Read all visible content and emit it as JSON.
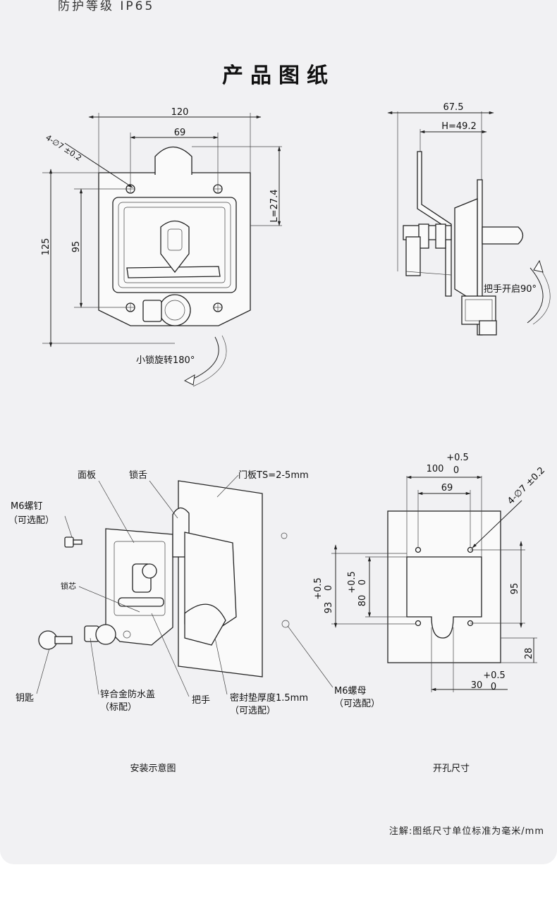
{
  "header": {
    "protection_text": "防护等级   IP65"
  },
  "title": "产品图纸",
  "front_view": {
    "dim_width": "120",
    "dim_hole_spacing": "69",
    "dim_hole_callout": "4-∅7 ±0.2",
    "dim_height": "125",
    "dim_hole_vertical": "95",
    "dim_length": "L=27.4",
    "rotation_label": "小锁旋转180°"
  },
  "side_view": {
    "dim_depth": "67.5",
    "dim_handle": "H=49.2",
    "rotation_label": "把手开启90°"
  },
  "install_view": {
    "labels": {
      "panel": "面板",
      "tongue": "锁舌",
      "door": "门板TS=2-5mm",
      "screw": "M6螺钉",
      "screw_opt": "（可选配）",
      "core": "锁芯",
      "key": "钥匙",
      "cover": "锌合金防水盖",
      "cover_opt": "（标配）",
      "handle": "把手",
      "gasket": "密封垫厚度1.5mm",
      "gasket_opt": "（可选配）",
      "nut": "M6螺母",
      "nut_opt": "（可选配）"
    },
    "caption": "安装示意图"
  },
  "cutout_view": {
    "dim_width_tol": "+0.5",
    "dim_width": "100",
    "dim_width_tol2": "0",
    "dim_spacing": "69",
    "dim_holes": "4-∅7 ±0.2",
    "dim_h93_tol": "+0.5",
    "dim_h93_tol2": "0",
    "dim_h93": "93",
    "dim_h80_tol": "+0.5",
    "dim_h80_tol2": "0",
    "dim_h80": "80",
    "dim_95": "95",
    "dim_28": "28",
    "dim_30_tol": "+0.5",
    "dim_30": "30",
    "dim_30_tol2": "0",
    "caption": "开孔尺寸"
  },
  "footnote": "注解:图纸尺寸单位标准为毫米/mm"
}
